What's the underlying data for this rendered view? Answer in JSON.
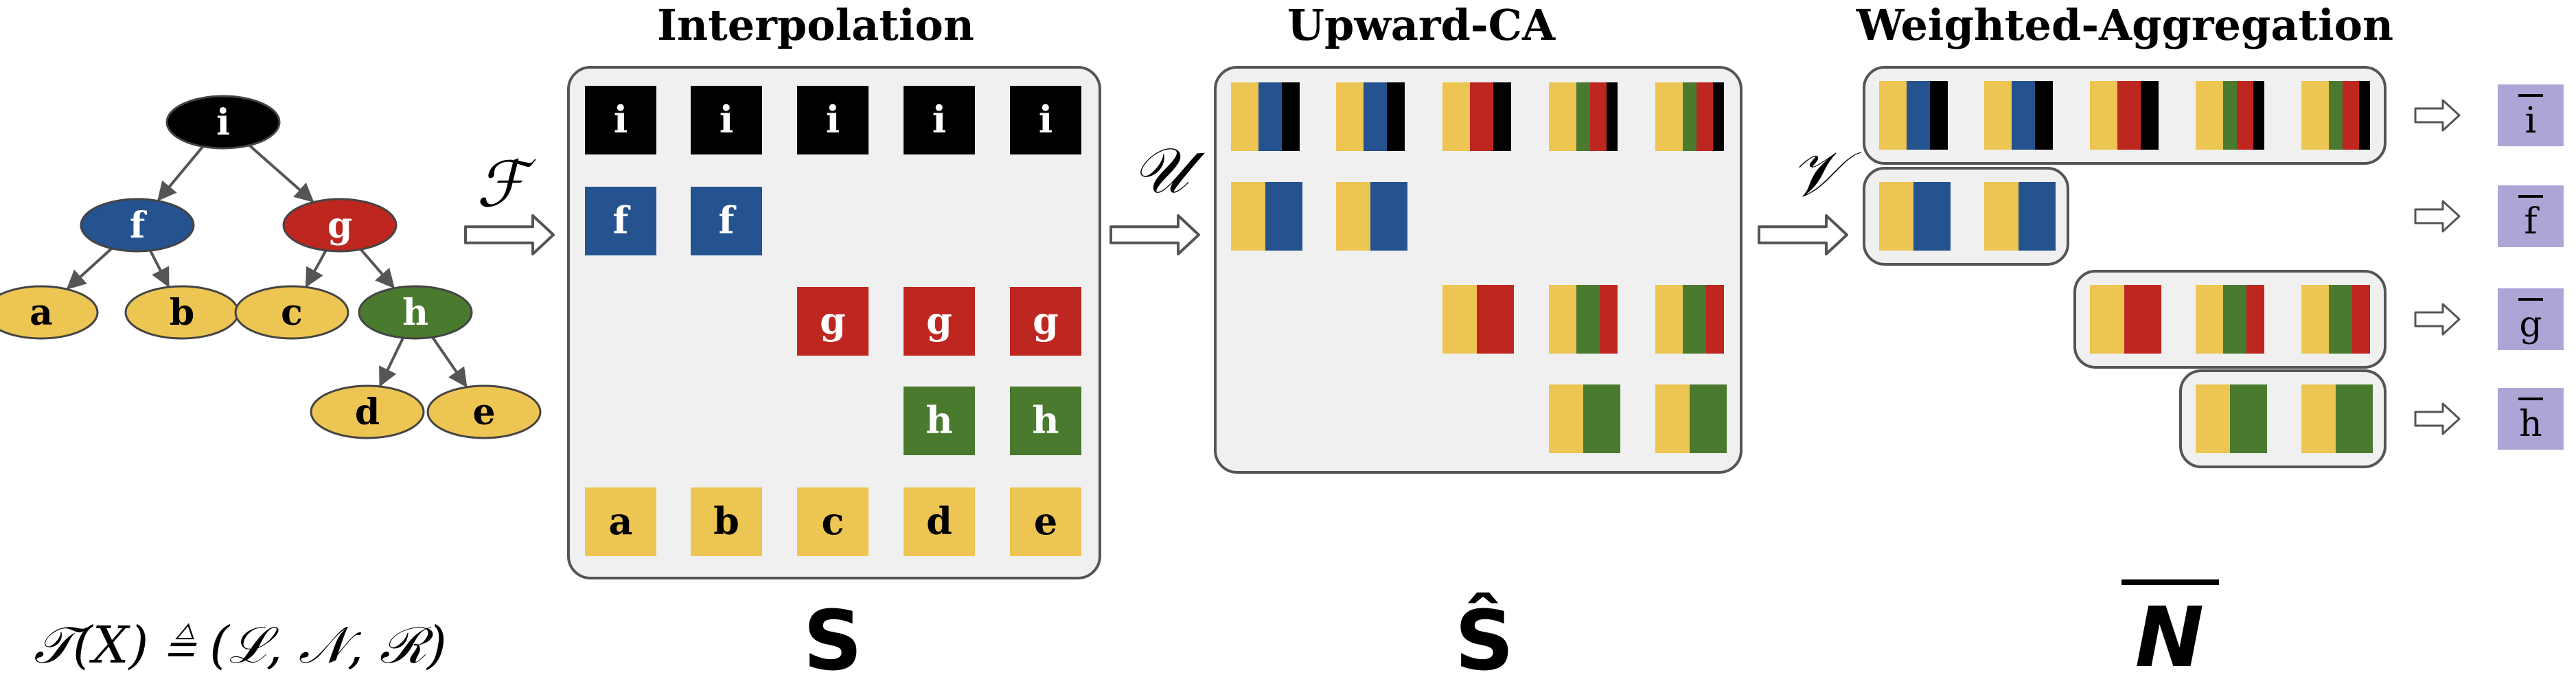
{
  "colors": {
    "black": "#000000",
    "blue": "#24538f",
    "red": "#be2620",
    "green": "#4a7a2e",
    "yellow": "#edc553",
    "purple": "#ada5d6",
    "panel": "#f0f0f0",
    "panelStroke": "#555555",
    "edge": "#555555"
  },
  "tree": {
    "nodes": [
      {
        "id": "i",
        "label": "i",
        "color": "black"
      },
      {
        "id": "f",
        "label": "f",
        "color": "blue"
      },
      {
        "id": "g",
        "label": "g",
        "color": "red"
      },
      {
        "id": "a",
        "label": "a",
        "color": "yellow"
      },
      {
        "id": "b",
        "label": "b",
        "color": "yellow"
      },
      {
        "id": "c",
        "label": "c",
        "color": "yellow"
      },
      {
        "id": "h",
        "label": "h",
        "color": "green"
      },
      {
        "id": "d",
        "label": "d",
        "color": "yellow"
      },
      {
        "id": "e",
        "label": "e",
        "color": "yellow"
      }
    ],
    "edges": [
      [
        "i",
        "f"
      ],
      [
        "i",
        "g"
      ],
      [
        "f",
        "a"
      ],
      [
        "f",
        "b"
      ],
      [
        "g",
        "c"
      ],
      [
        "g",
        "h"
      ],
      [
        "h",
        "d"
      ],
      [
        "h",
        "e"
      ]
    ],
    "formula": "𝒯(X) ≜ (ℒ, 𝒩, ℛ)"
  },
  "operators": {
    "F": "ℱ",
    "U": "𝒰",
    "V": "𝒱"
  },
  "panels": {
    "interpolation": {
      "title": "Interpolation",
      "matrix_label": "S",
      "cells": [
        [
          {
            "t": "i",
            "c": "black"
          },
          {
            "t": "i",
            "c": "black"
          },
          {
            "t": "i",
            "c": "black"
          },
          {
            "t": "i",
            "c": "black"
          },
          {
            "t": "i",
            "c": "black"
          }
        ],
        [
          {
            "t": "f",
            "c": "blue"
          },
          {
            "t": "f",
            "c": "blue"
          },
          null,
          null,
          null
        ],
        [
          null,
          null,
          {
            "t": "g",
            "c": "red"
          },
          {
            "t": "g",
            "c": "red"
          },
          {
            "t": "g",
            "c": "red"
          }
        ],
        [
          null,
          null,
          null,
          {
            "t": "h",
            "c": "green"
          },
          {
            "t": "h",
            "c": "green"
          }
        ],
        [
          {
            "t": "a",
            "c": "yellow"
          },
          {
            "t": "b",
            "c": "yellow"
          },
          {
            "t": "c",
            "c": "yellow"
          },
          {
            "t": "d",
            "c": "yellow"
          },
          {
            "t": "e",
            "c": "yellow"
          }
        ]
      ]
    },
    "upward": {
      "title": "Upward-CA",
      "matrix_label": "Ŝ",
      "rows": [
        [
          [
            "yellow",
            "blue",
            "black"
          ],
          [
            "yellow",
            "blue",
            "black"
          ],
          [
            "yellow",
            "red",
            "black"
          ],
          [
            "yellow",
            "green",
            "red",
            "black"
          ],
          [
            "yellow",
            "green",
            "red",
            "black"
          ]
        ],
        [
          [
            "yellow",
            "blue"
          ],
          [
            "yellow",
            "blue"
          ],
          null,
          null,
          null
        ],
        [
          null,
          null,
          [
            "yellow",
            "red"
          ],
          [
            "yellow",
            "green",
            "red"
          ],
          [
            "yellow",
            "green",
            "red"
          ]
        ],
        [
          null,
          null,
          null,
          [
            "yellow",
            "green"
          ],
          [
            "yellow",
            "green"
          ]
        ]
      ]
    },
    "aggregation": {
      "title": "Weighted-Aggregation",
      "matrix_label": "N",
      "groups": [
        {
          "items": [
            [
              "yellow",
              "blue",
              "black"
            ],
            [
              "yellow",
              "blue",
              "black"
            ],
            [
              "yellow",
              "red",
              "black"
            ],
            [
              "yellow",
              "green",
              "red",
              "black"
            ],
            [
              "yellow",
              "green",
              "red",
              "black"
            ]
          ],
          "start": 0,
          "output": "i"
        },
        {
          "items": [
            [
              "yellow",
              "blue"
            ],
            [
              "yellow",
              "blue"
            ]
          ],
          "start": 0,
          "output": "f"
        },
        {
          "items": [
            [
              "yellow",
              "red"
            ],
            [
              "yellow",
              "green",
              "red"
            ],
            [
              "yellow",
              "green",
              "red"
            ]
          ],
          "start": 2,
          "output": "g"
        },
        {
          "items": [
            [
              "yellow",
              "green"
            ],
            [
              "yellow",
              "green"
            ]
          ],
          "start": 3,
          "output": "h"
        }
      ]
    }
  }
}
